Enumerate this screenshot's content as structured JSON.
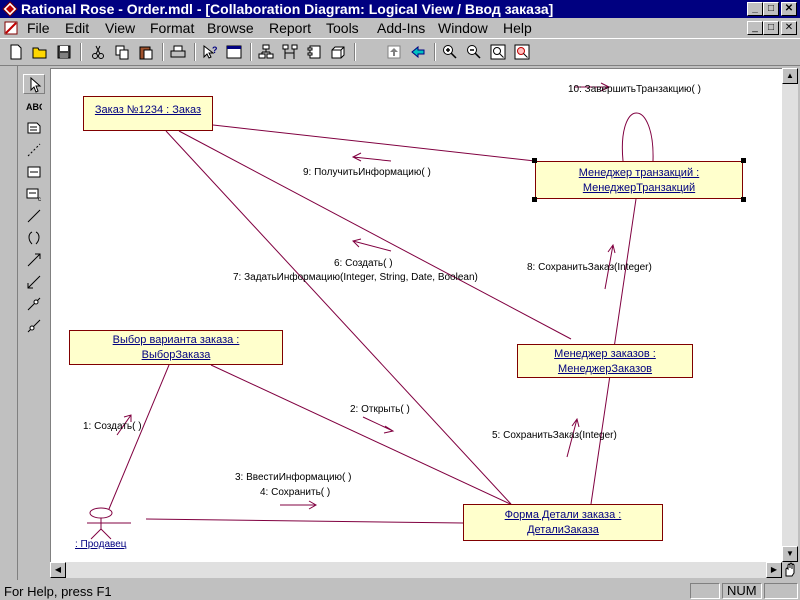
{
  "window": {
    "title": "Rational Rose - Order.mdl - [Collaboration Diagram: Logical View / Ввод заказа]",
    "controls": {
      "minimize": "_",
      "maximize": "□",
      "close": "✕"
    }
  },
  "menu": [
    "File",
    "Edit",
    "View",
    "Format",
    "Browse",
    "Report",
    "Tools",
    "Add-Ins",
    "Window",
    "Help"
  ],
  "toolbar_icons": [
    "new-icon",
    "open-icon",
    "save-icon",
    "cut-icon",
    "copy-icon",
    "paste-icon",
    "print-icon",
    "context-help-icon",
    "view-doc-icon",
    "browse-class-diagram-icon",
    "browse-interaction-diagram-icon",
    "browse-component-diagram-icon",
    "browse-deployment-diagram-icon",
    "browse-parent-icon",
    "browse-previous-icon",
    "zoom-in-icon",
    "zoom-out-icon",
    "fit-in-window-icon",
    "undo-fit-icon"
  ],
  "palette_icons": [
    "selection-tool-icon",
    "text-box-icon",
    "note-icon",
    "anchor-note-icon",
    "object-icon",
    "class-instance-icon",
    "object-link-icon",
    "link-to-self-icon",
    "link-message-icon",
    "reverse-link-message-icon",
    "data-token-icon",
    "reverse-data-token-icon"
  ],
  "palette_labels": {
    "text": "ABC"
  },
  "diagram": {
    "objects": {
      "order": "Заказ №1234 : Заказ",
      "transaction_manager_1": "Менеджер транзакций :",
      "transaction_manager_2": "МенеджерТранзакций",
      "order_choice_1": "Выбор варианта заказа :",
      "order_choice_2": "ВыборЗаказа",
      "order_manager_1": "Менеджер заказов :",
      "order_manager_2": "МенеджерЗаказов",
      "order_detail_form_1": "Форма Детали заказа :",
      "order_detail_form_2": "ДеталиЗаказа",
      "actor": ": Продавец"
    },
    "messages": {
      "m10": "10: ЗавершитьТранзакцию( )",
      "m9": "9: ПолучитьИнформацию( )",
      "m6": "6: Создать( )",
      "m7": "7: ЗадатьИнформацию(Integer, String, Date, Boolean)",
      "m8": "8: СохранитьЗаказ(Integer)",
      "m1": "1: Создать( )",
      "m2": "2: Открыть( )",
      "m5": "5: СохранитьЗаказ(Integer)",
      "m3": "3: ВвестиИнформацию( )",
      "m4": "4: Сохранить( )"
    },
    "colors": {
      "object_fill": "#ffffcc",
      "object_border": "#800000",
      "link": "#800040",
      "label": "#000080"
    }
  },
  "status": {
    "help": "For Help, press F1",
    "num": "NUM"
  }
}
